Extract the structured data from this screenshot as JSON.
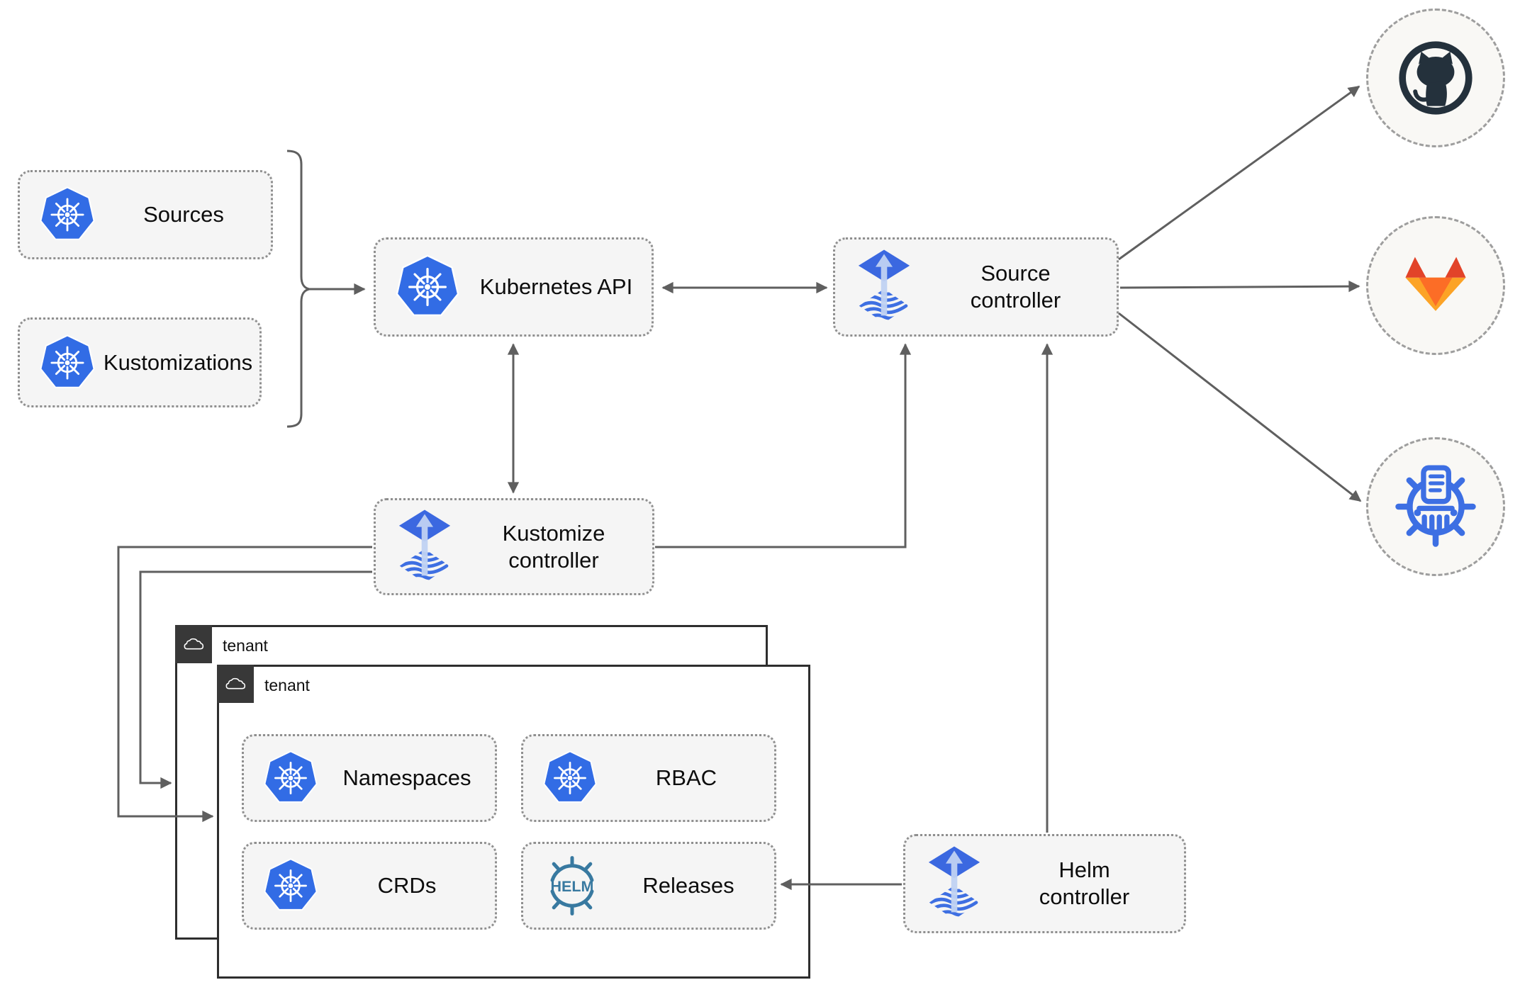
{
  "diagram": {
    "nodes": {
      "sources": "Sources",
      "kustomizations": "Kustomizations",
      "kubernetes_api": "Kubernetes API",
      "source_controller": "Source controller",
      "kustomize_controller": "Kustomize controller",
      "helm_controller": "Helm controller",
      "tenant_outer": "tenant",
      "tenant_inner": "tenant",
      "namespaces": "Namespaces",
      "rbac": "RBAC",
      "crds": "CRDs",
      "releases": "Releases"
    },
    "icons": {
      "kubernetes": "kubernetes-icon",
      "flux": "flux-controller-icon",
      "helm_wordmark": "HELM",
      "cloud": "cloud-icon",
      "github": "github-icon",
      "gitlab": "gitlab-icon",
      "chartmuseum": "chartmuseum-icon"
    },
    "colors": {
      "kubernetes_blue": "#326ce5",
      "flux_blue": "#3b68e0",
      "flux_arrow_light": "#c0d2f2",
      "helm_teal": "#3879a0",
      "github_dark": "#24313c",
      "gitlab_red": "#e24329",
      "gitlab_orange": "#fc6d26",
      "gitlab_yellow": "#fca326",
      "chartmuseum_blue": "#3d6fe3",
      "connector_gray": "#5f5f5f",
      "node_fill": "#f5f5f5",
      "tenant_tab_dark": "#383838"
    }
  }
}
